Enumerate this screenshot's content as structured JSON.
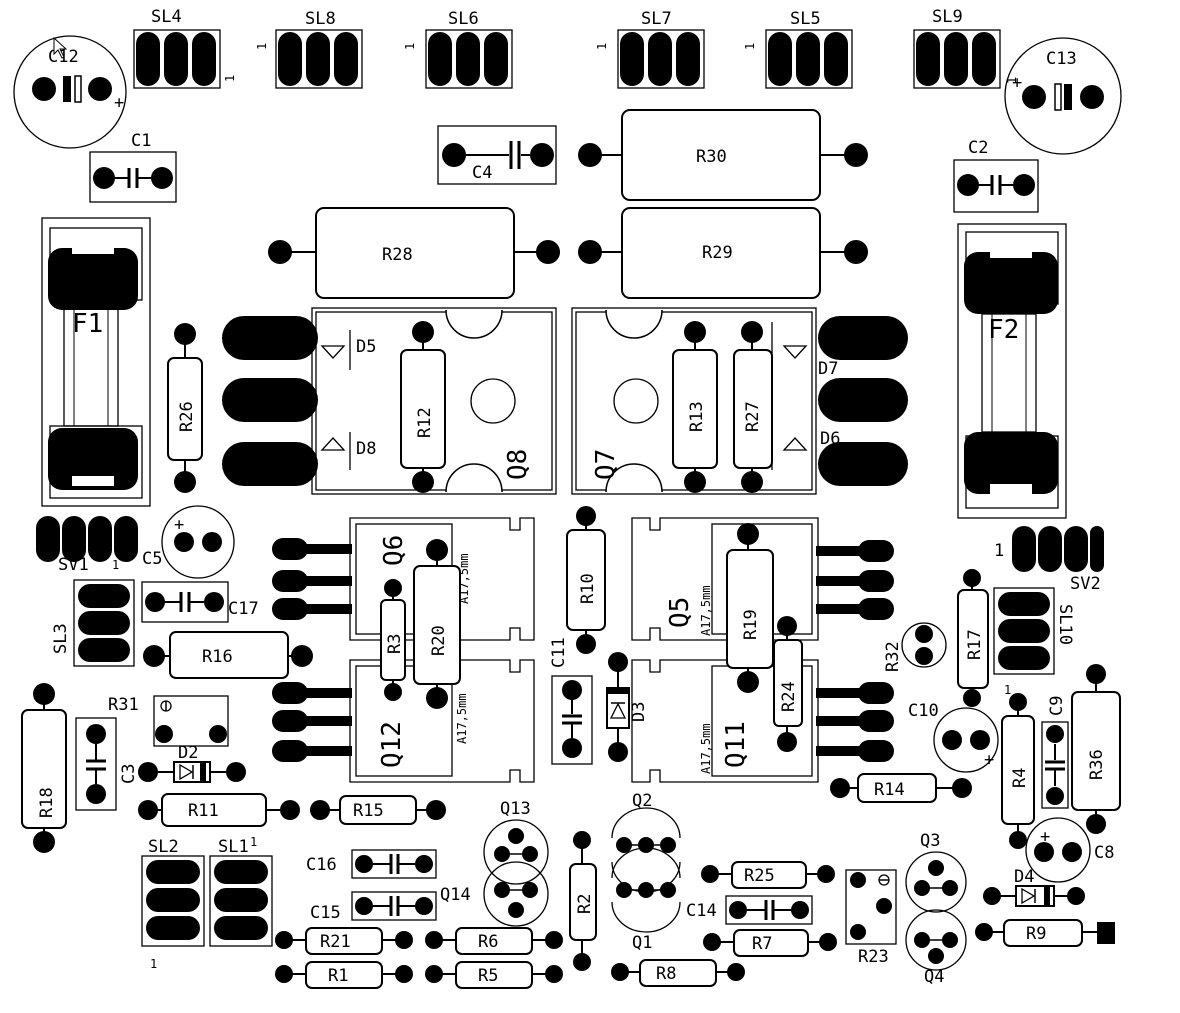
{
  "board": {
    "headers": {
      "SL4": "SL4",
      "SL8": "SL8",
      "SL6": "SL6",
      "SL7": "SL7",
      "SL5": "SL5",
      "SL9": "SL9",
      "SL3": "SL3",
      "SL10": "SL10",
      "SL2": "SL2",
      "SL1": "SL1",
      "SV1": "SV1",
      "SV2": "SV2"
    },
    "pin_one_marker": "1",
    "capacitors": {
      "C1": "C1",
      "C2": "C2",
      "C3": "C3",
      "C4": "C4",
      "C5": "C5",
      "C8": "C8",
      "C9": "C9",
      "C10": "C10",
      "C11": "C11",
      "C12": "C12",
      "C13": "C13",
      "C14": "C14",
      "C15": "C15",
      "C16": "C16",
      "C17": "C17"
    },
    "polarity_marker": "+",
    "resistors": {
      "R1": "R1",
      "R2": "R2",
      "R3": "R3",
      "R4": "R4",
      "R5": "R5",
      "R6": "R6",
      "R7": "R7",
      "R8": "R8",
      "R9": "R9",
      "R10": "R10",
      "R11": "R11",
      "R12": "R12",
      "R13": "R13",
      "R14": "R14",
      "R15": "R15",
      "R16": "R16",
      "R17": "R17",
      "R18": "R18",
      "R19": "R19",
      "R20": "R20",
      "R21": "R21",
      "R23": "R23",
      "R24": "R24",
      "R25": "R25",
      "R26": "R26",
      "R27": "R27",
      "R28": "R28",
      "R29": "R29",
      "R30": "R30",
      "R31": "R31",
      "R32": "R32",
      "R36": "R36"
    },
    "transistors": {
      "Q1": "Q1",
      "Q2": "Q2",
      "Q3": "Q3",
      "Q4": "Q4",
      "Q5": "Q5",
      "Q6": "Q6",
      "Q7": "Q7",
      "Q8": "Q8",
      "Q11": "Q11",
      "Q12": "Q12",
      "Q13": "Q13",
      "Q14": "Q14"
    },
    "diodes": {
      "D2": "D2",
      "D3": "D3",
      "D4": "D4",
      "D5": "D5",
      "D6": "D6",
      "D7": "D7",
      "D8": "D8"
    },
    "fuses": {
      "F1": "F1",
      "F2": "F2"
    },
    "heatsink_note": "A17,5mm"
  }
}
